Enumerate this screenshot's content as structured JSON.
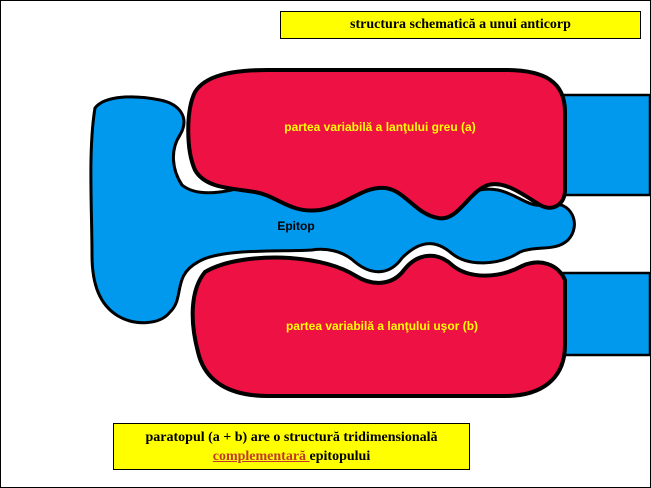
{
  "title": "structura schematică a unui anticorp",
  "labels": {
    "heavy_chain": "partea variabilă  a lanţului greu (a)",
    "light_chain": "partea variabilă a lanţului uşor (b)",
    "epitope": "Epitop"
  },
  "caption": {
    "line1": "paratopul  (a + b) are o structură tridimensională",
    "line2_underlined": "complementară ",
    "line2_rest": "epitopului"
  },
  "colors": {
    "antibody": "#ee1144",
    "antigen": "#0099ee",
    "label_text": "#ffff00",
    "box_background": "#ffff00"
  }
}
